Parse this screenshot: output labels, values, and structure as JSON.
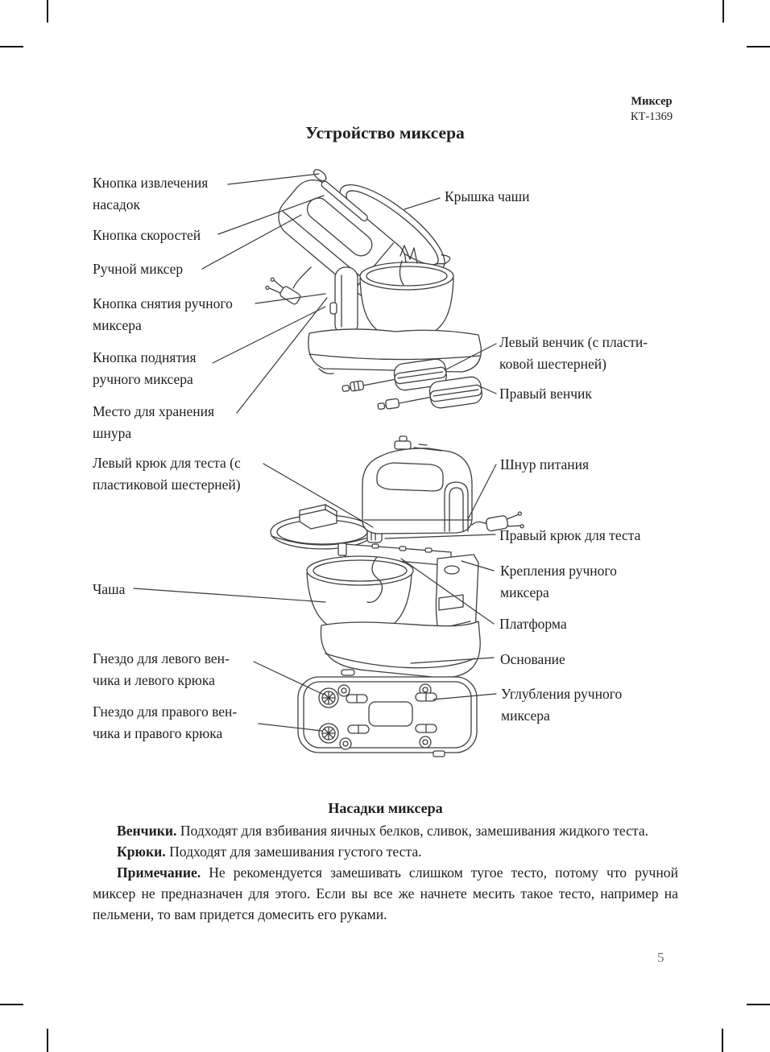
{
  "page": {
    "ink_color": "#1e1e1e",
    "line_color": "#3f3f3f"
  },
  "header": {
    "brand": "Миксер",
    "model": "КТ-1369"
  },
  "title": "Устройство миксера",
  "diagram": {
    "labels_left": [
      {
        "text": "Кнопка извлечения\nнасадок"
      },
      {
        "text": "Кнопка скоростей"
      },
      {
        "text": "Ручной миксер"
      },
      {
        "text": "Кнопка снятия ручного\nмиксера"
      },
      {
        "text": "Кнопка поднятия\nручного миксера"
      },
      {
        "text": "Место для хранения\nшнура"
      },
      {
        "text": "Левый крюк для теста (с\nпластиковой шестерней)"
      },
      {
        "text": "Чаша"
      },
      {
        "text": "Гнездо для левого вен-\nчика и левого крюка"
      },
      {
        "text": "Гнездо для правого вен-\nчика и правого крюка"
      }
    ],
    "labels_right": [
      {
        "text": "Крышка чаши"
      },
      {
        "text": "Левый венчик (с пласти-\nковой шестерней)"
      },
      {
        "text": "Правый венчик"
      },
      {
        "text": "Шнур питания"
      },
      {
        "text": "Правый крюк для теста"
      },
      {
        "text": "Крепления ручного\nмиксера"
      },
      {
        "text": "Платформа"
      },
      {
        "text": "Основание"
      },
      {
        "text": "Углубления ручного\nмиксера"
      }
    ]
  },
  "attachments_section": {
    "heading": "Насадки миксера",
    "paragraphs": [
      {
        "term": "Венчики.",
        "text": " Подходят для взбивания яичных белков, сливок, замешивания жидкого теста."
      },
      {
        "term": "Крюки.",
        "text": " Подходят для замешивания густого теста."
      },
      {
        "term": "Примечание.",
        "text": " Не рекомендуется замешивать слишком тугое тесто, потому что ручной миксер не предназначен для этого. Если вы все же начнете месить такое тесто, например на пельмени, то вам придется домесить его руками."
      }
    ]
  },
  "footer": {
    "page_number": "5"
  }
}
